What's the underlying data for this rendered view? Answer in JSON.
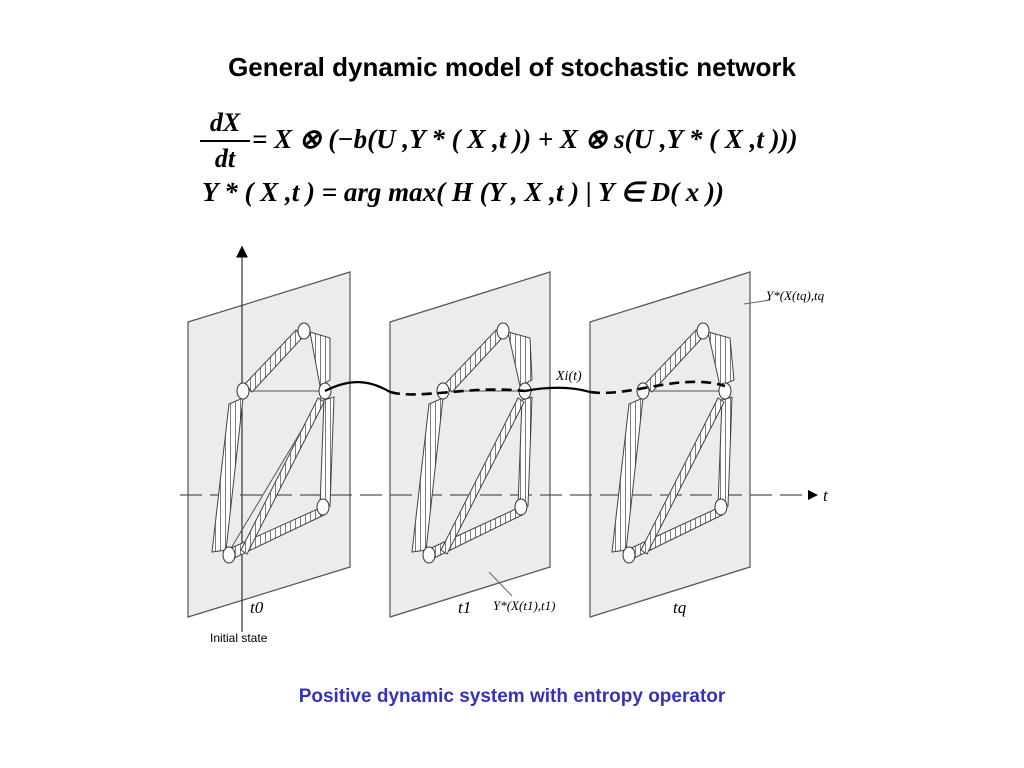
{
  "title": "General dynamic model of stochastic network",
  "equations": {
    "eq1_numerator": "dX",
    "eq1_denominator": "dt",
    "eq1_rhs": "= X ⊗ (−b(U ,Y * ( X ,t )) + X ⊗ s(U ,Y * ( X ,t )))",
    "eq2": "Y * ( X ,t ) = arg max( H (Y , X ,t ) | Y ∈ D( x ))"
  },
  "diagram": {
    "axis_label": "t",
    "plane_labels": [
      "t0",
      "t1",
      "tq"
    ],
    "initial_state": "Initial state",
    "trajectory_label": "Xi(t)",
    "state_label_t1": "Y*(X(t1),t1)",
    "state_label_tq": "Y*(X(tq),tq"
  },
  "caption": "Positive dynamic system with entropy operator",
  "colors": {
    "caption": "#3333bb",
    "plane_fill": "#ececec"
  }
}
